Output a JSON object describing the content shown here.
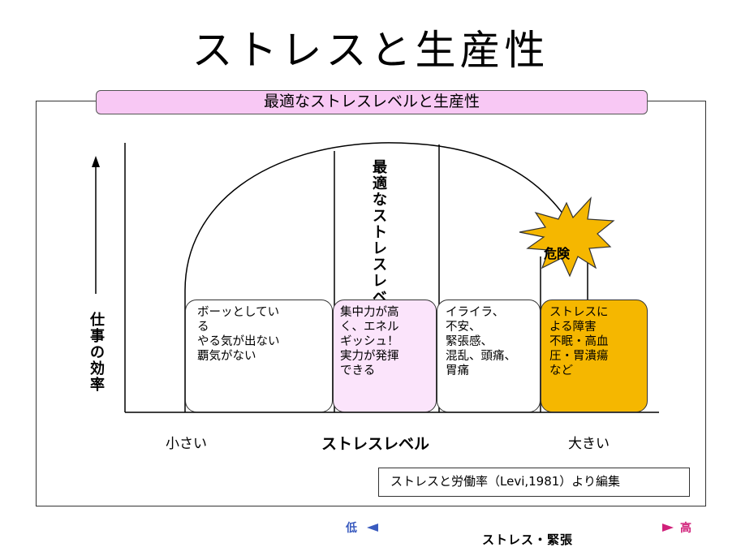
{
  "slide": {
    "title": "ストレスと生産性"
  },
  "banner": {
    "title": "最適なストレスレベルと生産性"
  },
  "y_axis": {
    "label": "仕事の効率"
  },
  "optimal_zone": {
    "label": "最適なストレスレベル"
  },
  "danger": {
    "label": "危険",
    "color": "#f5b700"
  },
  "boxes": {
    "low": {
      "lines": [
        "ボーッとしてい",
        "る",
        "やる気が出ない",
        "覇気がない"
      ]
    },
    "optimal": {
      "lines": [
        "集中力が高",
        "く、エネル",
        "ギッシュ！",
        "実力が発揮",
        "できる"
      ],
      "color": "#fbe4fb"
    },
    "high": {
      "lines": [
        "イライラ、",
        "不安、",
        "緊張感、",
        "混乱、頭痛、",
        "胃痛"
      ]
    },
    "danger": {
      "lines": [
        "ストレスに",
        "よる障害",
        "不眠・高血",
        "圧・胃潰瘍",
        "など"
      ]
    }
  },
  "x_axis": {
    "left_label": "小さい",
    "center_label": "ストレスレベル",
    "right_label": "大きい"
  },
  "source": {
    "text": "ストレスと労働率（Levi,1981）より編集"
  },
  "bottom_axis": {
    "low_label": "低",
    "high_label": "高",
    "label": "ストレス・緊張",
    "gradient_start": "#3a5bbf",
    "gradient_end": "#d0207a"
  },
  "colors": {
    "banner": "#f8c8f4"
  }
}
